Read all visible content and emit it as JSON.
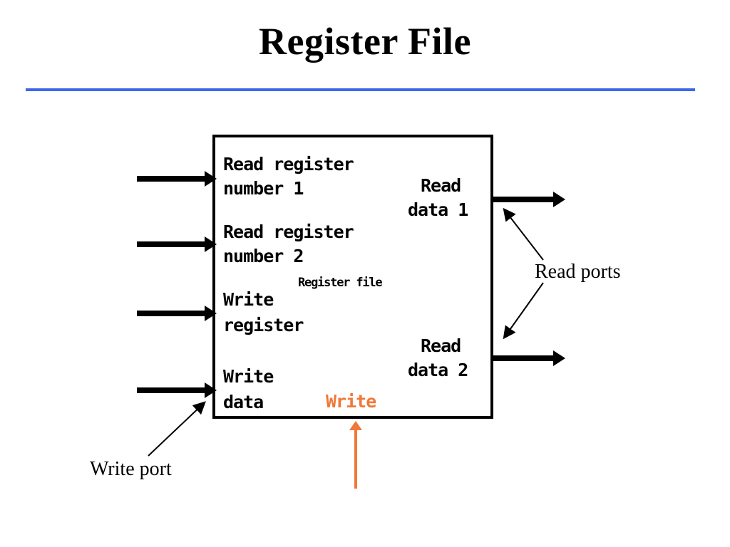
{
  "slide": {
    "title": "Register File",
    "rule_color": "#3b68e8",
    "background": "#ffffff"
  },
  "diagram": {
    "box_label": "Register file",
    "inputs": [
      {
        "line1": "Read register",
        "line2": "number 1"
      },
      {
        "line1": "Read register",
        "line2": "number 2"
      },
      {
        "line1": "Write",
        "line2": "register"
      },
      {
        "line1": "Write",
        "line2": "data"
      }
    ],
    "outputs": [
      {
        "line1": "Read",
        "line2": "data 1"
      },
      {
        "line1": "Read",
        "line2": "data 2"
      }
    ],
    "write_signal": {
      "label": "Write",
      "color": "#f07838"
    }
  },
  "annotations": {
    "read_ports": "Read ports",
    "write_port": "Write port"
  }
}
